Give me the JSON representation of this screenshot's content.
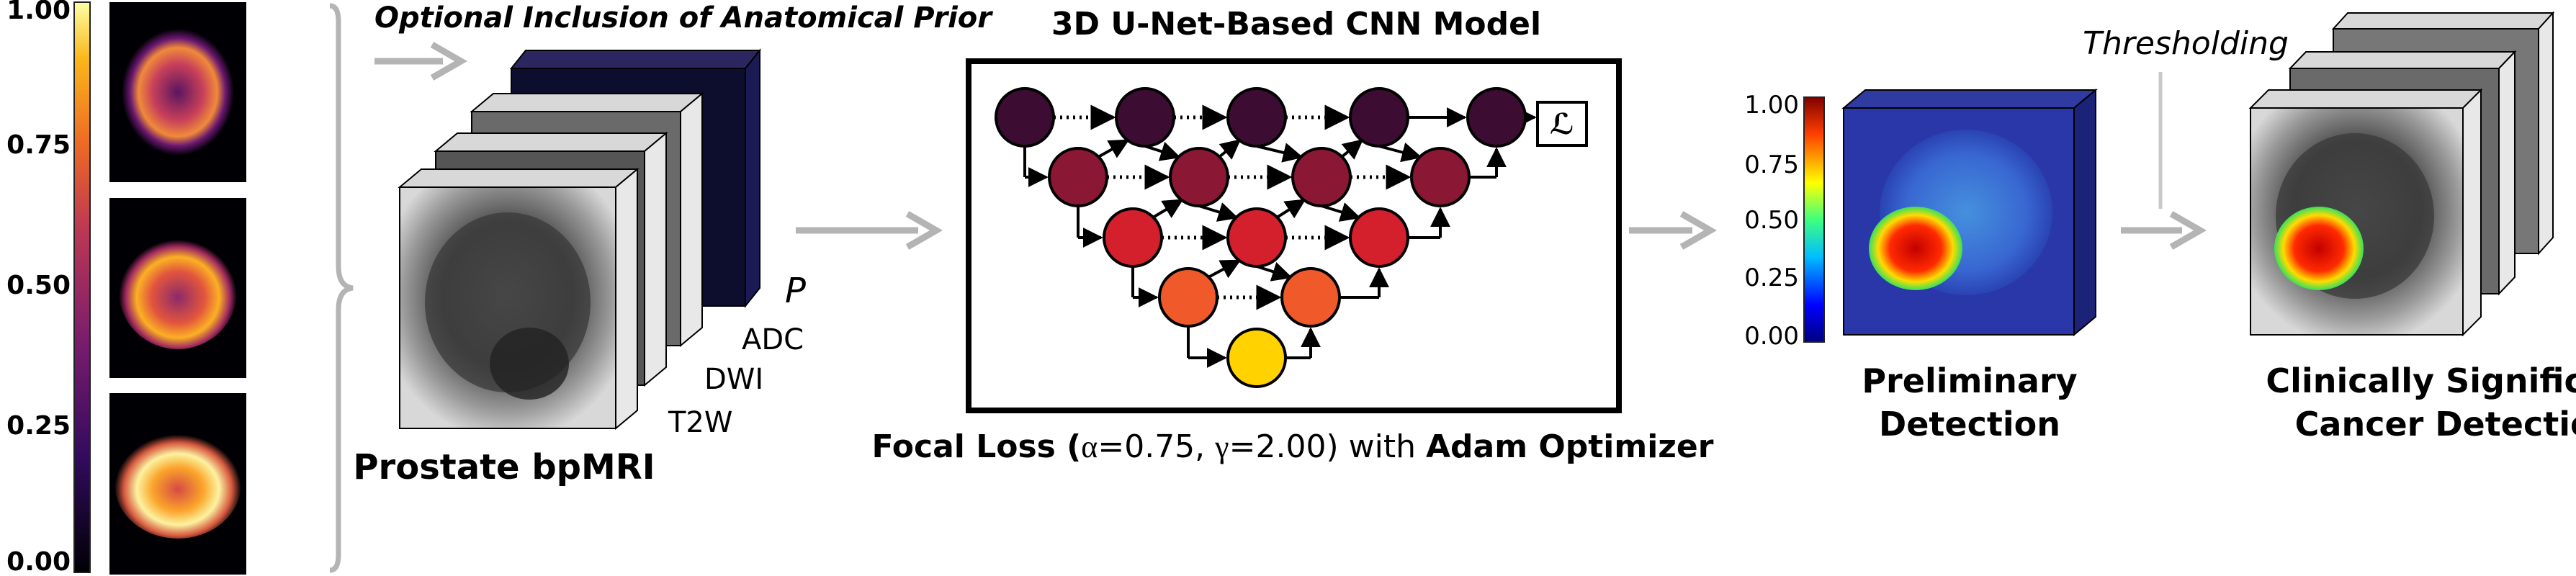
{
  "colorbar_left": {
    "ticks": [
      "1.00",
      "0.75",
      "0.50",
      "0.25",
      "0.00"
    ],
    "colormap": "inferno"
  },
  "prior_caption": "Optional Inclusion of Anatomical Prior",
  "mri_stack": {
    "caption": "Prostate bpMRI",
    "channels": [
      "P",
      "ADC",
      "DWI",
      "T2W"
    ]
  },
  "model": {
    "title": "3D U-Net-Based CNN Model",
    "loss_symbol": "ℒ",
    "node_colors": [
      "#3d0c32",
      "#8a1733",
      "#d41f2c",
      "#f05a2a",
      "#ffd200"
    ]
  },
  "loss_caption": {
    "part1": "Focal Loss (",
    "alpha_sym": "α",
    "alpha_val": "=0.75, ",
    "gamma_sym": "γ",
    "gamma_val": "=2.00)",
    "with": " with ",
    "optimizer": "Adam Optimizer"
  },
  "colorbar_right": {
    "ticks": [
      "1.00",
      "0.75",
      "0.50",
      "0.25",
      "0.00"
    ],
    "colormap": "jet"
  },
  "preliminary": {
    "caption_line1": "Preliminary",
    "caption_line2": "Detection"
  },
  "thresholding_label": "Thresholding",
  "final": {
    "caption_line1": "Clinically Significant",
    "caption_line2": "Cancer Detection"
  },
  "colors": {
    "arrow": "#b4b4b4",
    "box_border": "#000000",
    "volume_face": "#26318f"
  }
}
